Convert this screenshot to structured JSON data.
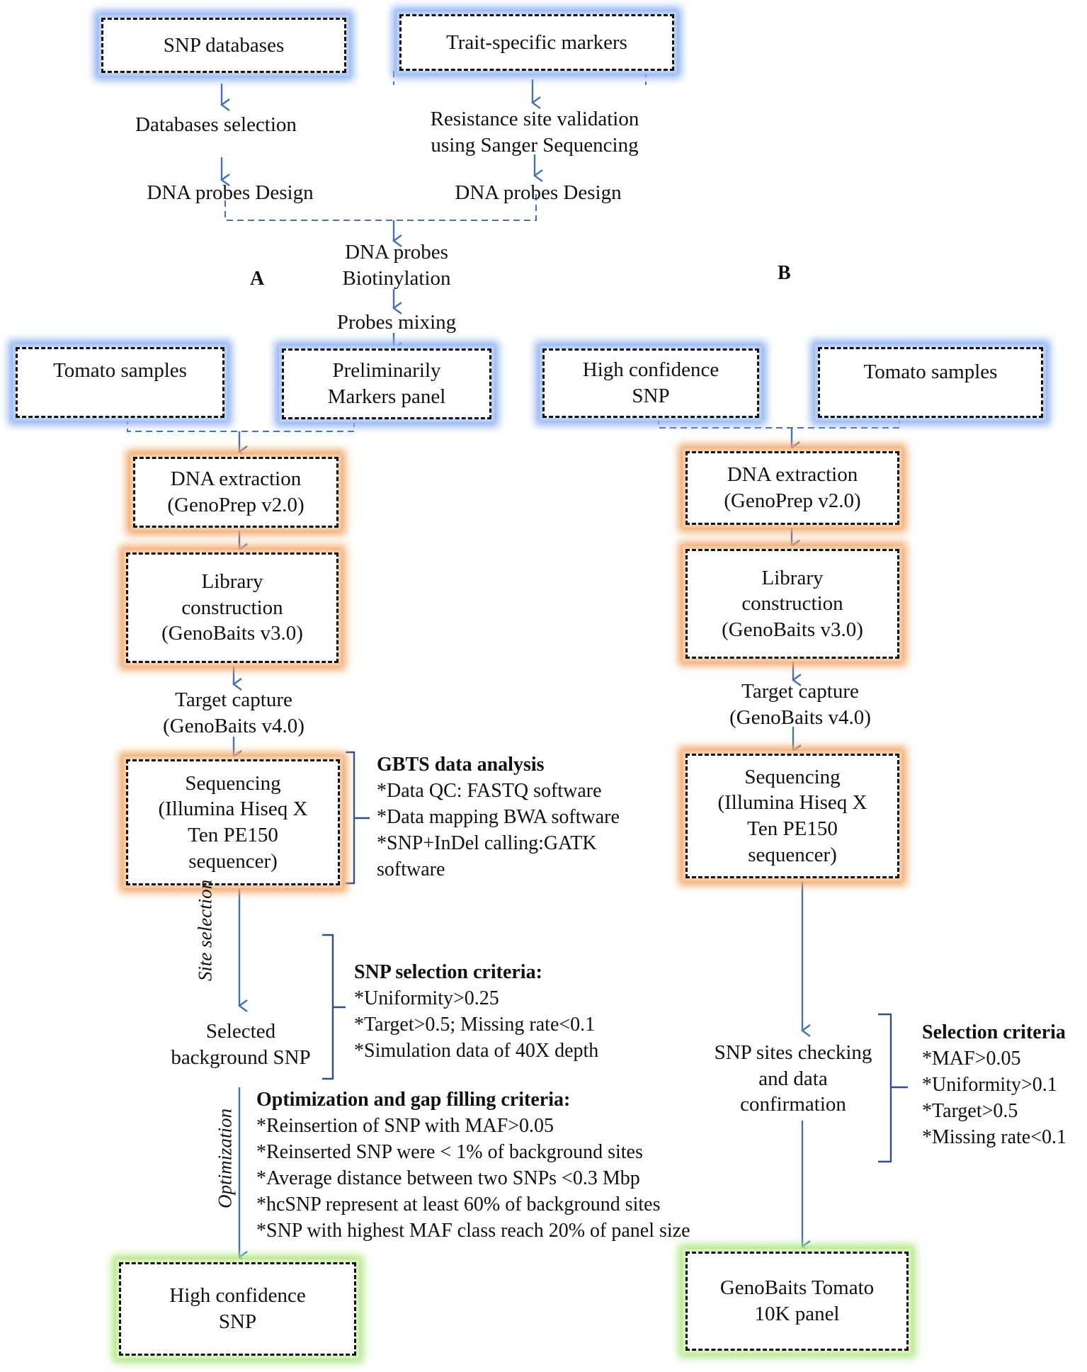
{
  "colors": {
    "input_glow": "#8db0f0",
    "process_glow": "#f1a86a",
    "output_glow": "#b0e784",
    "arrow": "#4a6fb0"
  },
  "top": {
    "snp_databases": "SNP databases",
    "trait_markers": "Trait-specific markers",
    "db_selection": "Databases selection",
    "resistance_line1": "Resistance site validation",
    "resistance_line2": "using Sanger Sequencing",
    "probes_design_left": "DNA probes Design",
    "probes_design_right": "DNA probes Design",
    "biotin_line1": "DNA probes",
    "biotin_line2": "Biotinylation",
    "probes_mixing": "Probes mixing"
  },
  "panels": {
    "a": "A",
    "b": "B"
  },
  "left": {
    "tomato_samples": "Tomato samples",
    "prelim_line1": "Preliminarily",
    "prelim_line2": "Markers panel",
    "dna_line1": "DNA extraction",
    "dna_line2": "(GenoPrep v2.0)",
    "lib_line1": "Library",
    "lib_line2": "construction",
    "lib_line3": "(GenoBaits v3.0)",
    "capture_line1": "Target capture",
    "capture_line2": "(GenoBaits v4.0)",
    "seq_line1": "Sequencing",
    "seq_line2": "(Illumina Hiseq X",
    "seq_line3": "Ten PE150",
    "seq_line4": "sequencer)",
    "site_selection": "Site selection",
    "selected_line1": "Selected",
    "selected_line2": "background SNP",
    "optimization": "Optimization",
    "hc_line1": "High confidence",
    "hc_line2": "SNP"
  },
  "gbts": {
    "title": "GBTS data analysis",
    "items": [
      "*Data QC: FASTQ software",
      "*Data mapping BWA software",
      "*SNP+InDel calling:GATK",
      "software"
    ]
  },
  "snp_criteria": {
    "title": "SNP selection criteria:",
    "items": [
      "*Uniformity>0.25",
      "*Target>0.5; Missing rate<0.1",
      "*Simulation data of 40X depth"
    ]
  },
  "optimization_criteria": {
    "title": "Optimization and gap filling criteria:",
    "items": [
      "*Reinsertion of SNP with MAF>0.05",
      "*Reinserted SNP were < 1% of background sites",
      "*Average distance between two SNPs <0.3 Mbp",
      "*hcSNP represent at least 60% of background sites",
      "*SNP with highest MAF class reach 20% of panel size"
    ]
  },
  "right": {
    "hc_line1": "High confidence",
    "hc_line2": "SNP",
    "tomato_samples": "Tomato samples",
    "dna_line1": "DNA extraction",
    "dna_line2": "(GenoPrep v2.0)",
    "lib_line1": "Library",
    "lib_line2": "construction",
    "lib_line3": "(GenoBaits v3.0)",
    "capture_line1": "Target capture",
    "capture_line2": "(GenoBaits v4.0)",
    "seq_line1": "Sequencing",
    "seq_line2": "(Illumina Hiseq X",
    "seq_line3": "Ten PE150",
    "seq_line4": "sequencer)",
    "check_line1": "SNP sites checking",
    "check_line2": "and data",
    "check_line3": "confirmation",
    "final_line1": "GenoBaits Tomato",
    "final_line2": "10K panel"
  },
  "selection_criteria": {
    "title": "Selection criteria",
    "items": [
      "*MAF>0.05",
      "*Uniformity>0.1",
      "*Target>0.5",
      "*Missing rate<0.1"
    ]
  }
}
